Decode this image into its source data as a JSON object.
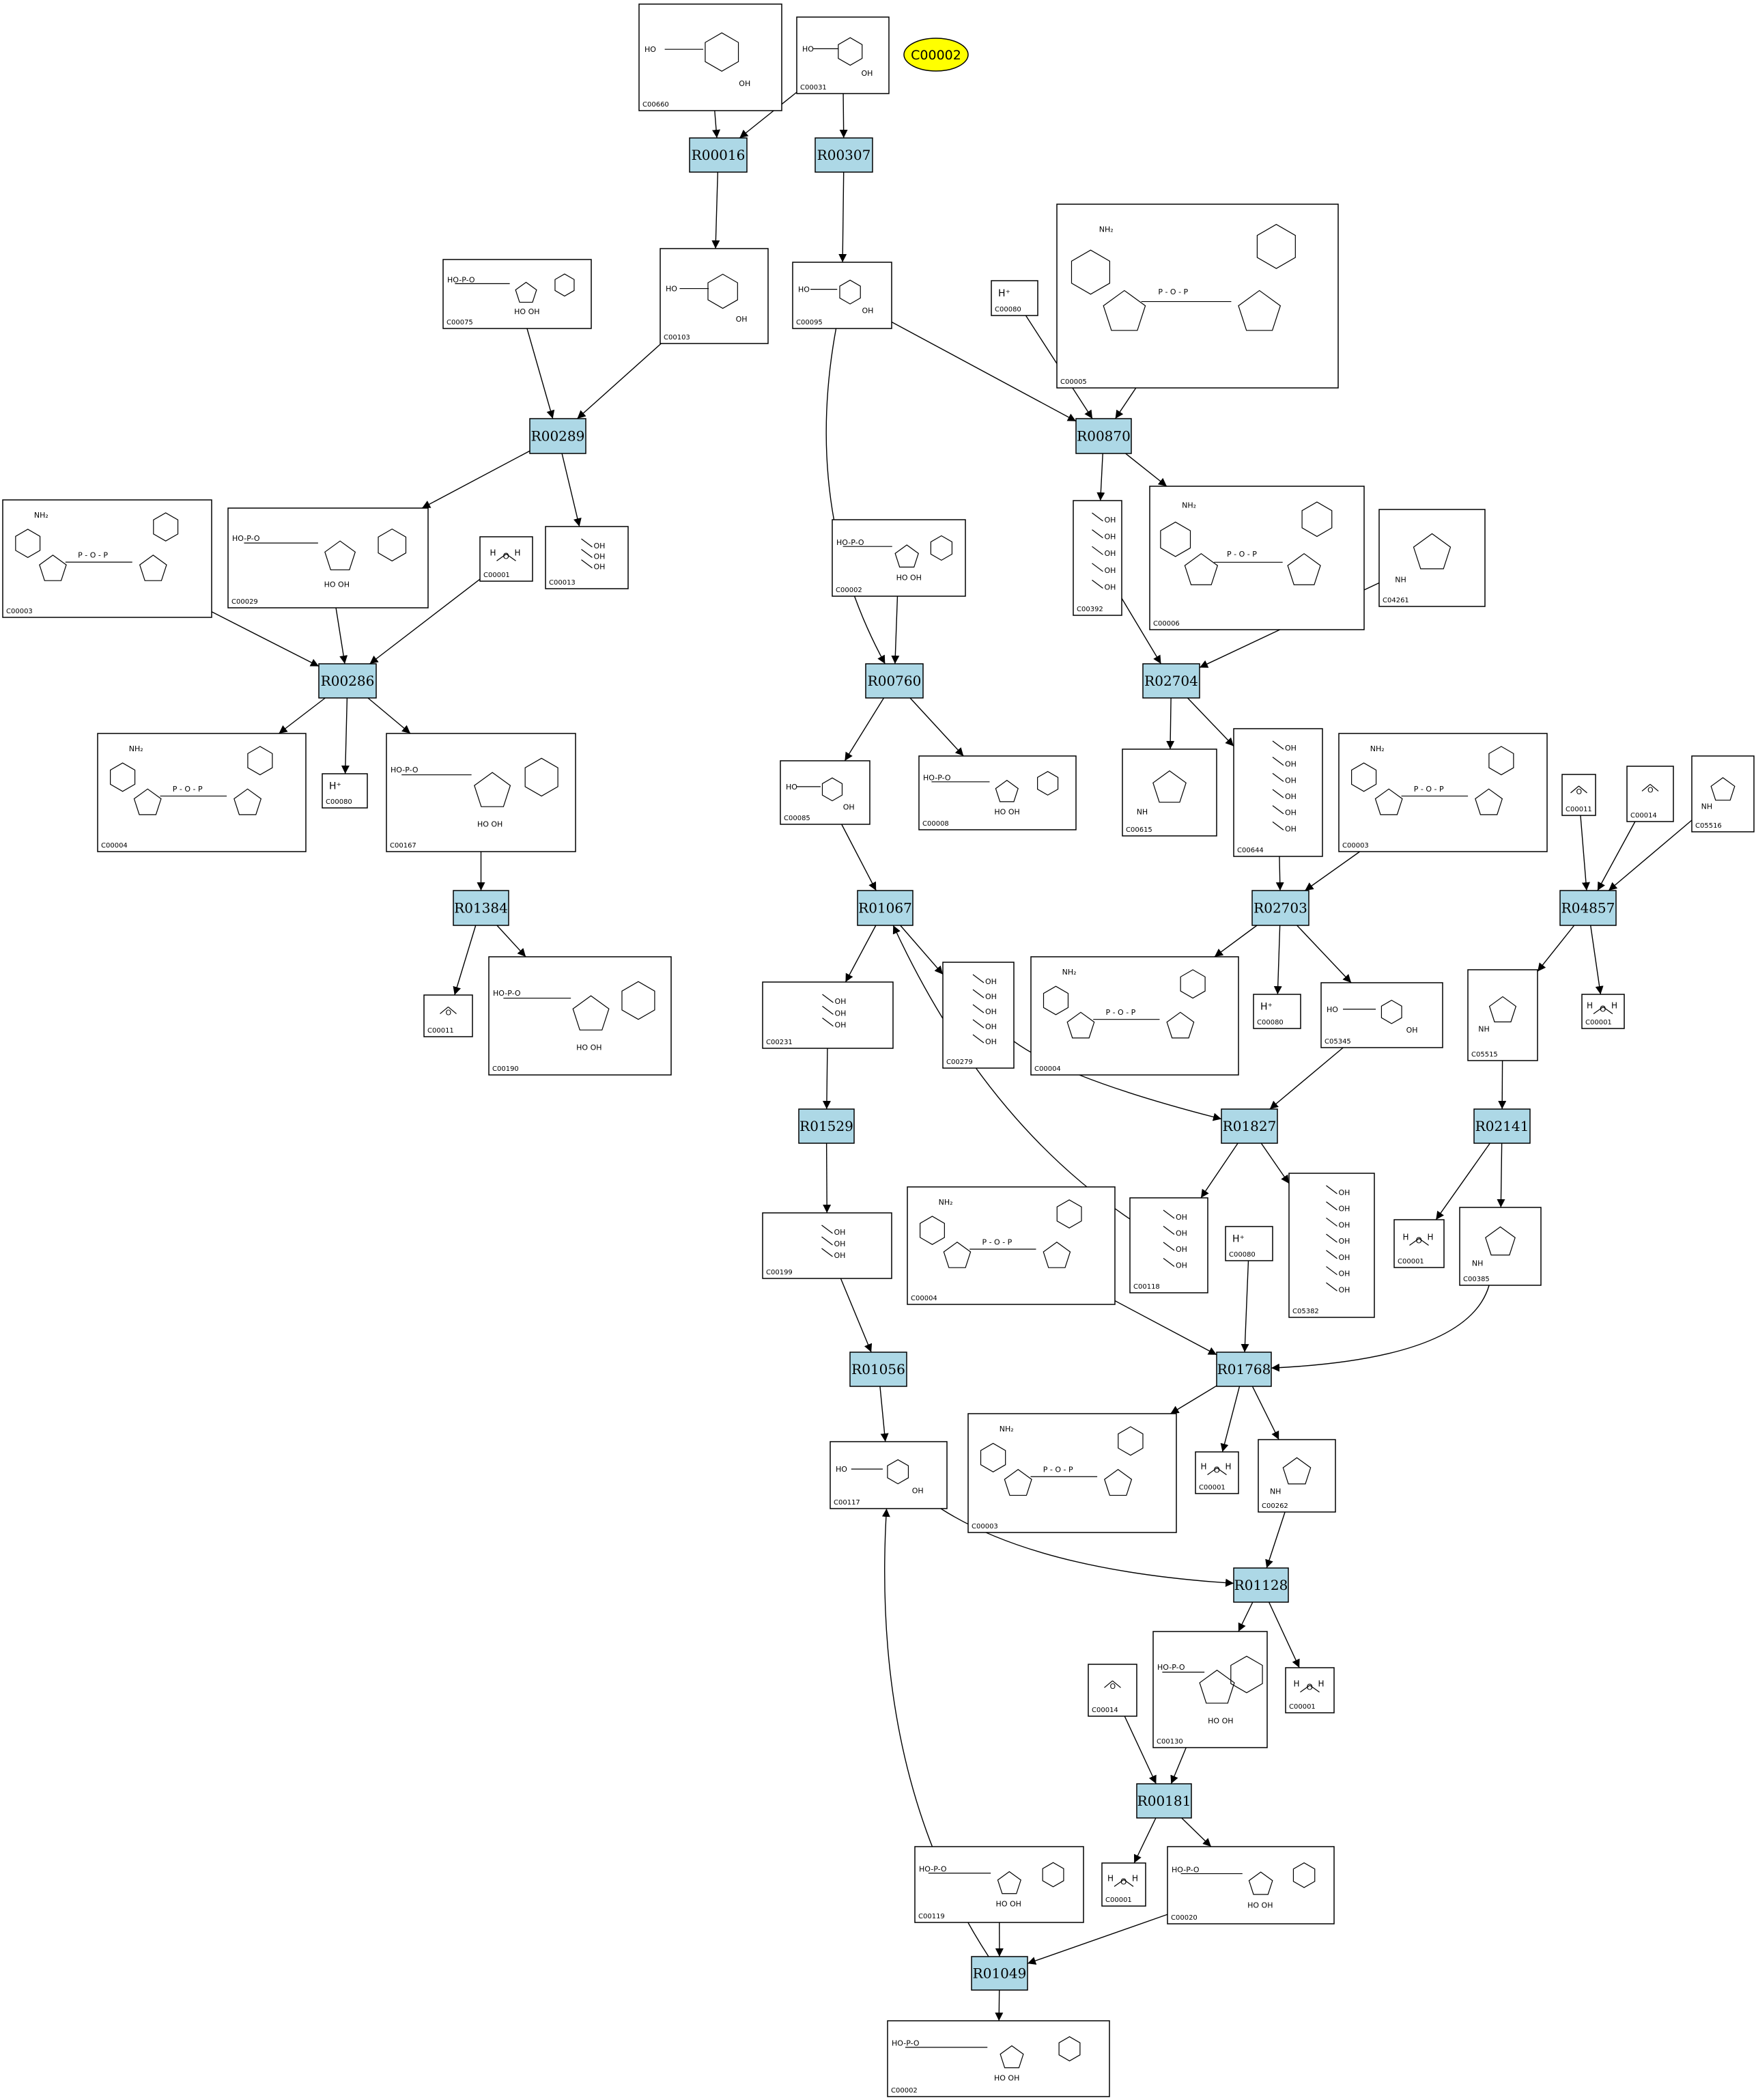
{
  "start_compound": "C00002",
  "reactions": [
    "R00016",
    "R00307",
    "R00289",
    "R00870",
    "R00286",
    "R00760",
    "R02704",
    "R01384",
    "R01067",
    "R02703",
    "R04857",
    "R01529",
    "R01827",
    "R02141",
    "R01056",
    "R01768",
    "R01128",
    "R00181",
    "R01049"
  ],
  "compounds": [
    {
      "id": "C00660",
      "label": "C00660"
    },
    {
      "id": "C00031",
      "label": "C00031"
    },
    {
      "id": "C00075",
      "label": "C00075"
    },
    {
      "id": "C00103",
      "label": "C00103"
    },
    {
      "id": "C00095",
      "label": "C00095"
    },
    {
      "id": "C00080a",
      "label": "C00080",
      "text": "H⁺"
    },
    {
      "id": "C00005",
      "label": "C00005"
    },
    {
      "id": "C00003a",
      "label": "C00003"
    },
    {
      "id": "C00029",
      "label": "C00029"
    },
    {
      "id": "C00001a",
      "label": "C00001"
    },
    {
      "id": "C00013",
      "label": "C00013"
    },
    {
      "id": "C00002a",
      "label": "C00002"
    },
    {
      "id": "C00392",
      "label": "C00392"
    },
    {
      "id": "C00006",
      "label": "C00006"
    },
    {
      "id": "C04261",
      "label": "C04261"
    },
    {
      "id": "C00004a",
      "label": "C00004"
    },
    {
      "id": "C00080b",
      "label": "C00080",
      "text": "H⁺"
    },
    {
      "id": "C00167",
      "label": "C00167"
    },
    {
      "id": "C00085",
      "label": "C00085"
    },
    {
      "id": "C00008",
      "label": "C00008"
    },
    {
      "id": "C00615",
      "label": "C00615"
    },
    {
      "id": "C00644",
      "label": "C00644"
    },
    {
      "id": "C00003b",
      "label": "C00003"
    },
    {
      "id": "C00011a",
      "label": "C00011"
    },
    {
      "id": "C00014a",
      "label": "C00014"
    },
    {
      "id": "C05516",
      "label": "C05516"
    },
    {
      "id": "C00011b",
      "label": "C00011"
    },
    {
      "id": "C00190",
      "label": "C00190"
    },
    {
      "id": "C00231",
      "label": "C00231"
    },
    {
      "id": "C00279",
      "label": "C00279"
    },
    {
      "id": "C00004b",
      "label": "C00004"
    },
    {
      "id": "C00080c",
      "label": "C00080",
      "text": "H⁺"
    },
    {
      "id": "C05345",
      "label": "C05345"
    },
    {
      "id": "C05515",
      "label": "C05515"
    },
    {
      "id": "C00001b",
      "label": "C00001"
    },
    {
      "id": "C00199",
      "label": "C00199"
    },
    {
      "id": "C00004c",
      "label": "C00004"
    },
    {
      "id": "C00118",
      "label": "C00118"
    },
    {
      "id": "C00080d",
      "label": "C00080",
      "text": "H⁺"
    },
    {
      "id": "C05382",
      "label": "C05382"
    },
    {
      "id": "C00001c",
      "label": "C00001"
    },
    {
      "id": "C00385",
      "label": "C00385"
    },
    {
      "id": "C00117",
      "label": "C00117"
    },
    {
      "id": "C00003c",
      "label": "C00003"
    },
    {
      "id": "C00001d",
      "label": "C00001"
    },
    {
      "id": "C00262",
      "label": "C00262"
    },
    {
      "id": "C00014b",
      "label": "C00014"
    },
    {
      "id": "C00130",
      "label": "C00130"
    },
    {
      "id": "C00001e",
      "label": "C00001"
    },
    {
      "id": "C00001f",
      "label": "C00001"
    },
    {
      "id": "C00119",
      "label": "C00119"
    },
    {
      "id": "C00020",
      "label": "C00020"
    },
    {
      "id": "C00002b",
      "label": "C00002"
    }
  ],
  "edges": [
    [
      "C00660",
      "R00016"
    ],
    [
      "C00031",
      "R00016"
    ],
    [
      "C00031",
      "R00307"
    ],
    [
      "R00016",
      "C00103"
    ],
    [
      "R00307",
      "C00095"
    ],
    [
      "C00075",
      "R00289"
    ],
    [
      "C00103",
      "R00289"
    ],
    [
      "C00095",
      "R00870"
    ],
    [
      "C00080a",
      "R00870"
    ],
    [
      "C00005",
      "R00870"
    ],
    [
      "R00289",
      "C00029"
    ],
    [
      "R00289",
      "C00013"
    ],
    [
      "R00870",
      "C00392"
    ],
    [
      "R00870",
      "C00006"
    ],
    [
      "C00003a",
      "R00286"
    ],
    [
      "C00029",
      "R00286"
    ],
    [
      "C00001a",
      "R00286"
    ],
    [
      "C00095",
      "R00760"
    ],
    [
      "C00002a",
      "R00760"
    ],
    [
      "C00392",
      "R02704"
    ],
    [
      "C04261",
      "R02704"
    ],
    [
      "R00286",
      "C00004a"
    ],
    [
      "R00286",
      "C00080b"
    ],
    [
      "R00286",
      "C00167"
    ],
    [
      "R00760",
      "C00085"
    ],
    [
      "R00760",
      "C00008"
    ],
    [
      "R02704",
      "C00615"
    ],
    [
      "R02704",
      "C00644"
    ],
    [
      "C00167",
      "R01384"
    ],
    [
      "C00085",
      "R01067"
    ],
    [
      "C00644",
      "R02703"
    ],
    [
      "C00003b",
      "R02703"
    ],
    [
      "C00011a",
      "R04857"
    ],
    [
      "C00014a",
      "R04857"
    ],
    [
      "C05516",
      "R04857"
    ],
    [
      "R01384",
      "C00011b"
    ],
    [
      "R01384",
      "C00190"
    ],
    [
      "R01067",
      "C00231"
    ],
    [
      "R01067",
      "C00279"
    ],
    [
      "R02703",
      "C00004b"
    ],
    [
      "R02703",
      "C00080c"
    ],
    [
      "R02703",
      "C05345"
    ],
    [
      "R04857",
      "C05515"
    ],
    [
      "R04857",
      "C00001b"
    ],
    [
      "C00231",
      "R01529"
    ],
    [
      "C00279",
      "R01827"
    ],
    [
      "C05345",
      "R01827"
    ],
    [
      "C05515",
      "R02141"
    ],
    [
      "R01529",
      "C00199"
    ],
    [
      "R01827",
      "C00118"
    ],
    [
      "R01827",
      "C05382"
    ],
    [
      "C00118",
      "R01067"
    ],
    [
      "R02141",
      "C00001c"
    ],
    [
      "R02141",
      "C00385"
    ],
    [
      "C00199",
      "R01056"
    ],
    [
      "C00004c",
      "R01768"
    ],
    [
      "C00080d",
      "R01768"
    ],
    [
      "C00385",
      "R01768"
    ],
    [
      "R01056",
      "C00117"
    ],
    [
      "R01768",
      "C00003c"
    ],
    [
      "R01768",
      "C00001d"
    ],
    [
      "R01768",
      "C00262"
    ],
    [
      "C00117",
      "R01128"
    ],
    [
      "C00262",
      "R01128"
    ],
    [
      "R01128",
      "C00130"
    ],
    [
      "R01128",
      "C00001e"
    ],
    [
      "C00014b",
      "R00181"
    ],
    [
      "C00130",
      "R00181"
    ],
    [
      "R00181",
      "C00001f"
    ],
    [
      "R00181",
      "C00020"
    ],
    [
      "C00119",
      "R01049"
    ],
    [
      "C00020",
      "R01049"
    ],
    [
      "R01049",
      "C00002b"
    ],
    [
      "R01049",
      "C00117"
    ]
  ]
}
